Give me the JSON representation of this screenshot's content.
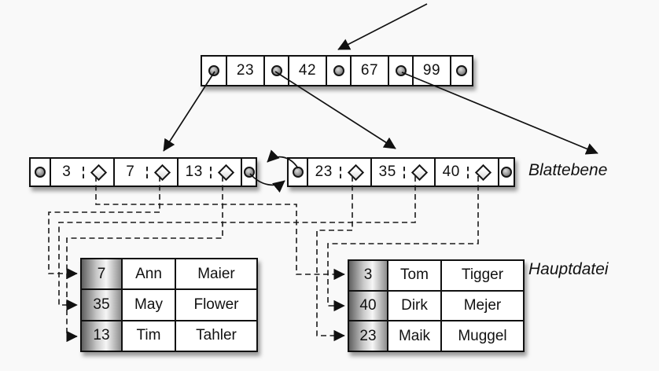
{
  "diagram": {
    "type": "b-plus-tree-index",
    "labels": {
      "leaf_level": "Blattebene",
      "main_file": "Hauptdatei"
    },
    "root_node": {
      "keys": [
        "23",
        "42",
        "67",
        "99"
      ]
    },
    "leaf_nodes": {
      "left": {
        "keys": [
          "3",
          "7",
          "13"
        ]
      },
      "right": {
        "keys": [
          "23",
          "35",
          "40"
        ]
      }
    },
    "tables": {
      "left": {
        "rows": [
          {
            "key": "7",
            "first": "Ann",
            "last": "Maier"
          },
          {
            "key": "35",
            "first": "May",
            "last": "Flower"
          },
          {
            "key": "13",
            "first": "Tim",
            "last": "Tahler"
          }
        ]
      },
      "right": {
        "rows": [
          {
            "key": "3",
            "first": "Tom",
            "last": "Tigger"
          },
          {
            "key": "40",
            "first": "Dirk",
            "last": "Mejer"
          },
          {
            "key": "23",
            "first": "Maik",
            "last": "Muggel"
          }
        ]
      }
    },
    "colors": {
      "background": "#f9f9f9",
      "line": "#111111",
      "node_fill": "#ffffff",
      "key_column_gradient": [
        "#606060",
        "#f6f6f6",
        "#8d8d8d"
      ]
    }
  }
}
